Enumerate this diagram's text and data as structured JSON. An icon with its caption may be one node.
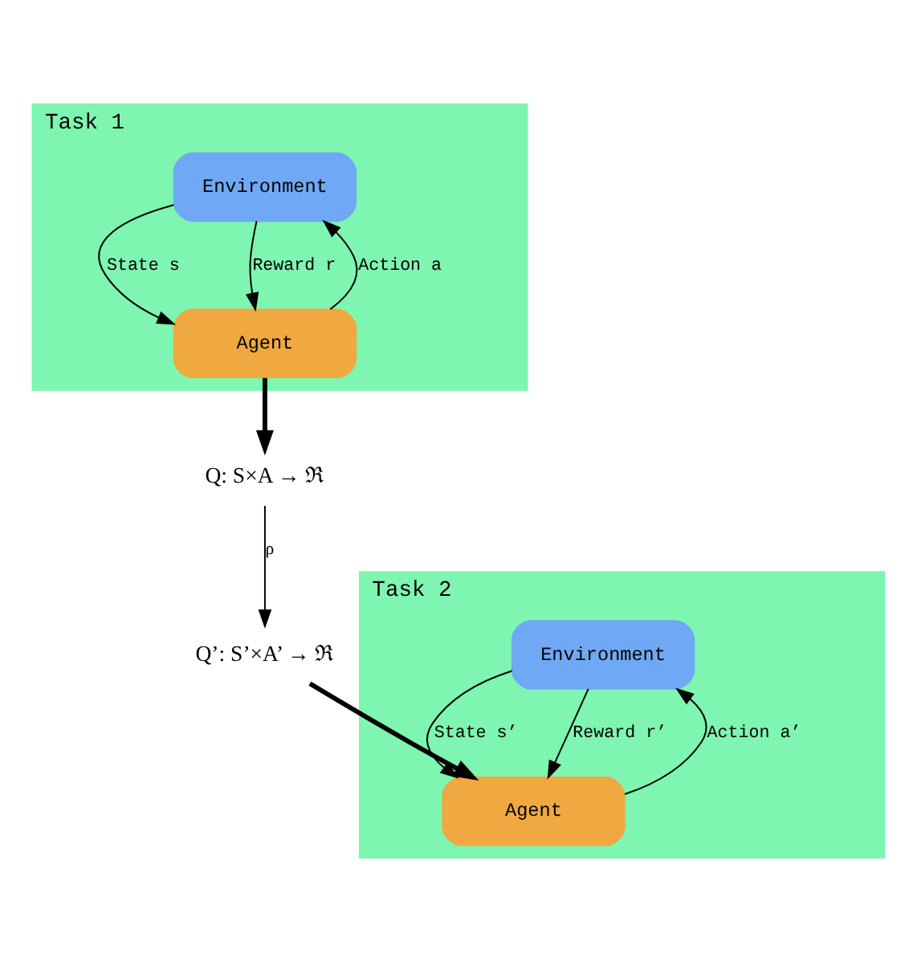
{
  "diagram": {
    "nodes": [
      {
        "text": [
          "Task 1"
        ]
      },
      {
        "text": [
          "Environment"
        ],
        "in": 0
      },
      {
        "text": [
          "Agent"
        ],
        "in": 0
      },
      {
        "text": [
          "Q: S×A → ℜ"
        ]
      },
      {
        "text": [
          "Task 2"
        ]
      },
      {
        "text": [
          "Environment"
        ],
        "in": 4
      },
      {
        "text": [
          "Agent"
        ],
        "in": 4
      },
      {
        "text": [
          "Q’: S’×A’ → ℜ"
        ]
      }
    ],
    "edges": [
      {
        "from": 2,
        "to": 1,
        "arrow": "to",
        "label": "Action a"
      },
      {
        "from": 1,
        "to": 2,
        "arrow": "to",
        "label": "State s"
      },
      {
        "from": 1,
        "to": 2,
        "arrow": "to",
        "label": "Reward r"
      },
      {
        "from": 2,
        "to": 3,
        "arrow": "to",
        "style": "thick"
      },
      {
        "from": 3,
        "to": 7,
        "arrow": "to",
        "label": "ρ"
      },
      {
        "from": 7,
        "to": 6,
        "arrow": "to",
        "style": "thick"
      },
      {
        "from": 6,
        "to": 5,
        "arrow": "to",
        "label": "Action a’"
      },
      {
        "from": 5,
        "to": 6,
        "arrow": "to",
        "label": "State s’"
      },
      {
        "from": 5,
        "to": 6,
        "arrow": "to",
        "label": "Reward r’"
      }
    ]
  }
}
